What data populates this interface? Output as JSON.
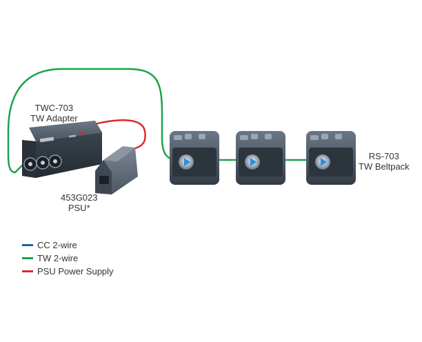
{
  "labels": {
    "adapter_name": "TWC-703",
    "adapter_desc": "TW Adapter",
    "psu_model": "453G023",
    "psu_desc": "PSU*",
    "beltpack_name": "RS-703",
    "beltpack_desc": "TW Beltpack"
  },
  "legend": [
    {
      "text": "CC 2-wire",
      "color": "#1f5fa8"
    },
    {
      "text": "TW 2-wire",
      "color": "#1aa34a"
    },
    {
      "text": "PSU Power Supply",
      "color": "#e0262b"
    }
  ],
  "colors": {
    "tw_cable": "#1aa34a",
    "psu_cable": "#e0262b",
    "device_body": "#4a5561",
    "device_dark": "#2c343c",
    "accent_blue": "#2e8fd8"
  }
}
